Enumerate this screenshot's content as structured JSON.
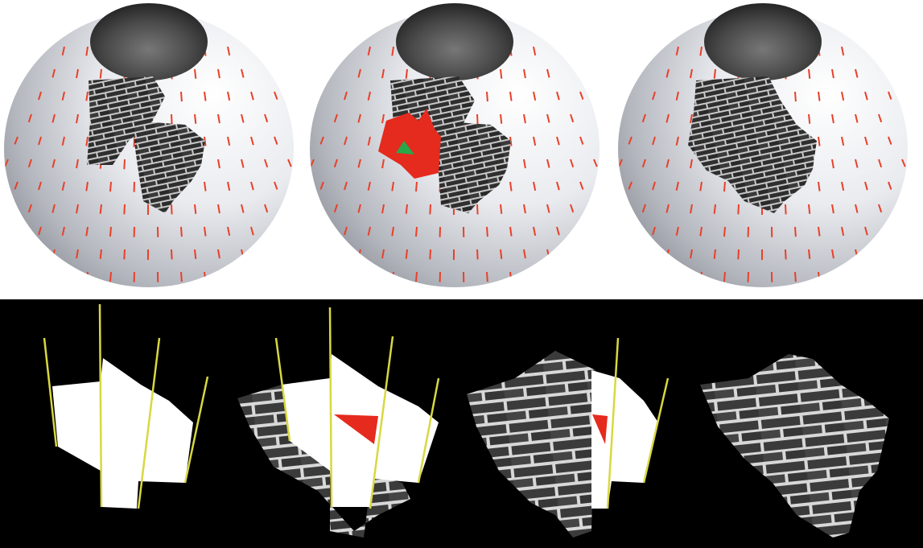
{
  "figure": {
    "top_row": {
      "background": "#ffffff",
      "panels": [
        {
          "id": "sphere-1",
          "brick_patches": 2,
          "highlight": "none"
        },
        {
          "id": "sphere-2",
          "brick_patches": 2,
          "highlight": "red-region-with-green-triangle"
        },
        {
          "id": "sphere-3",
          "brick_patches": 1,
          "highlight": "none"
        }
      ]
    },
    "bottom_row": {
      "background": "#000000",
      "panels": [
        {
          "id": "patch-1",
          "content": "white-region",
          "guide_lines": 4
        },
        {
          "id": "patch-2",
          "content": "white-region-with-red-triangle-and-partial-brick",
          "guide_lines": 4
        },
        {
          "id": "patch-3",
          "content": "brick-with-white-strip-and-red-triangle",
          "guide_lines": 2
        },
        {
          "id": "patch-4",
          "content": "brick-texture",
          "guide_lines": 0
        }
      ]
    },
    "colors": {
      "sphere_light": "#f2f3f6",
      "sphere_dark": "#8a8d95",
      "hole": "#3a3a3a",
      "vector_field": "#e8402a",
      "highlight_red": "#e52a1e",
      "highlight_green": "#2aa64a",
      "guide_line": "#d8d840",
      "brick_mortar": "#c8c8c8",
      "brick_dark": "#2c2c2c"
    }
  }
}
